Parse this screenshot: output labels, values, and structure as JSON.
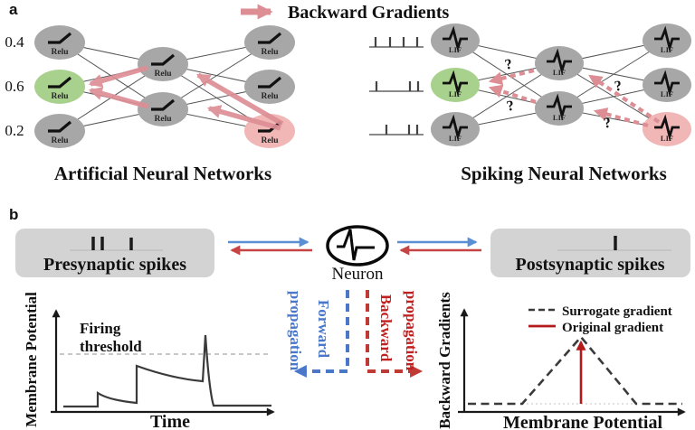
{
  "panel_a": {
    "label": "a",
    "header_title": "Backward Gradients",
    "ann": {
      "input_values": [
        "0.4",
        "0.6",
        "0.2"
      ],
      "node_label": "Relu",
      "caption": "Artificial Neural Networks"
    },
    "snn": {
      "node_label": "LIF",
      "caption": "Spiking Neural Networks",
      "question_mark": "?"
    }
  },
  "panel_b": {
    "label": "b",
    "presynaptic_label": "Presynaptic spikes",
    "postsynaptic_label": "Postsynaptic spikes",
    "neuron_label": "Neuron",
    "forward_arrow": {
      "line1": "Forward",
      "line2": "propagation"
    },
    "backward_arrow": {
      "line1": "Backward",
      "line2": "propagation"
    },
    "membrane_plot": {
      "ylabel": "Membrane Potential",
      "xlabel": "Time",
      "annotation": {
        "line1": "Firing",
        "line2": "threshold"
      }
    },
    "gradient_plot": {
      "ylabel": "Backward Gradients",
      "xlabel": "Membrane Potential",
      "legend": [
        {
          "label": "Surrogate gradient",
          "color": "#3a3a3a",
          "style": "dashed"
        },
        {
          "label": "Original gradient",
          "color": "#b51a1a",
          "style": "solid"
        }
      ]
    }
  },
  "colors": {
    "node_gray": "#a7a7a7",
    "node_green": "#a9d18e",
    "node_pink": "#f1b6b6",
    "gradient_pink": "#dd8e95",
    "forward_blue": "#4a77c9",
    "arrow_blue": "#5b8fd4",
    "arrow_red": "#c64444",
    "question_red": "#cc3a3a",
    "box_gray": "#d3d3d3",
    "curve_dark": "#3a3a3a"
  }
}
